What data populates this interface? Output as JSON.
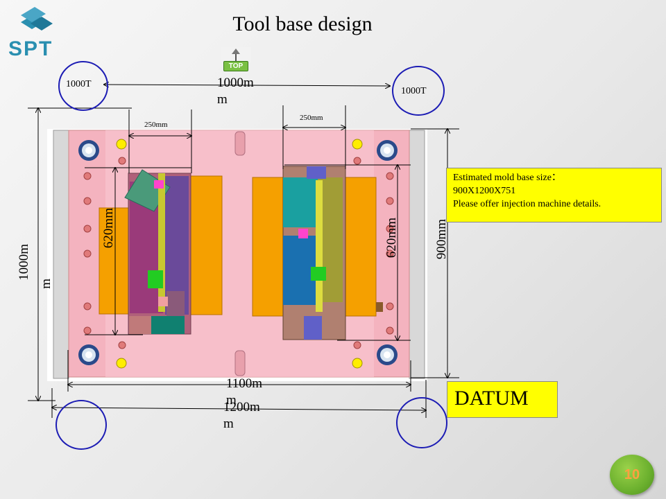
{
  "title": "Tool base design",
  "logo": {
    "text": "SPT",
    "icon": "spt-logo-icon",
    "color": "#2a8fb0"
  },
  "top_marker": {
    "label": "TOP",
    "icon": "top-arrow-icon"
  },
  "machines": {
    "left_label": "1000T",
    "right_label": "1000T"
  },
  "dimensions": {
    "top_span_line1": "1000m",
    "top_span_line2": "m",
    "left_span_line1": "1000m",
    "left_span_line2": "m",
    "left_insert_width": "250mm",
    "right_insert_width": "250mm",
    "left_insert_height": "620mm",
    "right_insert_height": "620mm",
    "plate_height": "900mm",
    "bottom_inner_line1": "1100m",
    "bottom_inner_line2": "m",
    "bottom_outer_line1": "1200m",
    "bottom_outer_line2": "m"
  },
  "note": {
    "line1": "Estimated mold base size：",
    "line2": "900X1200X751",
    "line3": "Please offer injection machine details."
  },
  "datum_label": "DATUM",
  "page_number": "10",
  "colors": {
    "circle": "#1c1cb4",
    "note_bg": "#ffff00",
    "plate": "#f4b3bf",
    "insert": "#f5a000"
  }
}
